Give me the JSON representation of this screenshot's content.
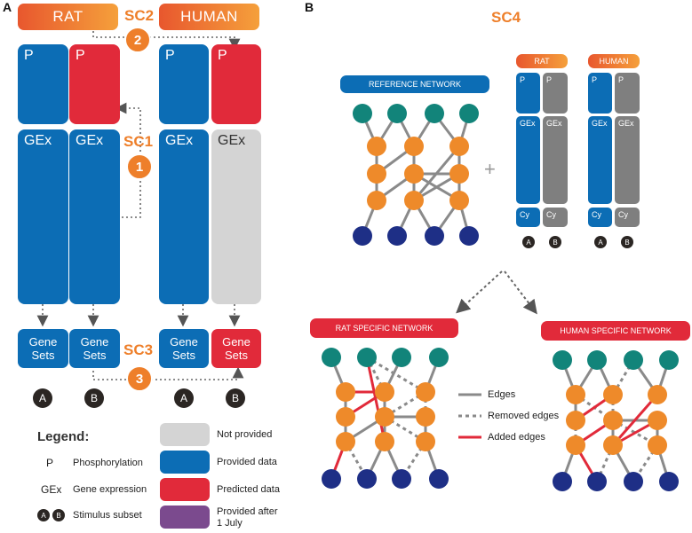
{
  "panels": {
    "a": "A",
    "b": "B"
  },
  "left": {
    "rat_label": "RAT",
    "human_label": "HUMAN",
    "p_label": "P",
    "gex_label": "GEx",
    "gene_sets_label": "Gene Sets",
    "subset_a": "A",
    "subset_b": "B",
    "sc1": "SC1",
    "sc1_num": "1",
    "sc2": "SC2",
    "sc2_num": "2",
    "sc3": "SC3",
    "sc3_num": "3"
  },
  "legend": {
    "title": "Legend:",
    "p_key": "P",
    "p_desc": "Phosphorylation",
    "gex_key": "GEx",
    "gex_desc": "Gene expression",
    "stim_a": "A",
    "stim_b": "B",
    "stim_desc": "Stimulus subset",
    "not_provided": "Not provided",
    "provided": "Provided data",
    "predicted": "Predicted data",
    "provided_after": "Provided after 1 July"
  },
  "right": {
    "title": "SC4",
    "reference_network": "REFERENCE NETWORK",
    "plus": "+",
    "rat": "RAT",
    "human": "HUMAN",
    "p": "P",
    "gex": "GEx",
    "cy": "Cy",
    "a": "A",
    "b": "B",
    "rat_specific": "RAT SPECIFIC NETWORK",
    "human_specific": "HUMAN SPECIFIC NETWORK",
    "edges": "Edges",
    "removed_edges": "Removed edges",
    "added_edges": "Added edges"
  },
  "colors": {
    "provided": "#0c6db5",
    "predicted": "#e12a3a",
    "not_provided": "#d4d4d4",
    "provided_after": "#7b4a8e",
    "accent": "#ee7f2a",
    "teal_node": "#12847a",
    "orange_node": "#ee8a2a",
    "navy_node": "#1e2f86"
  }
}
